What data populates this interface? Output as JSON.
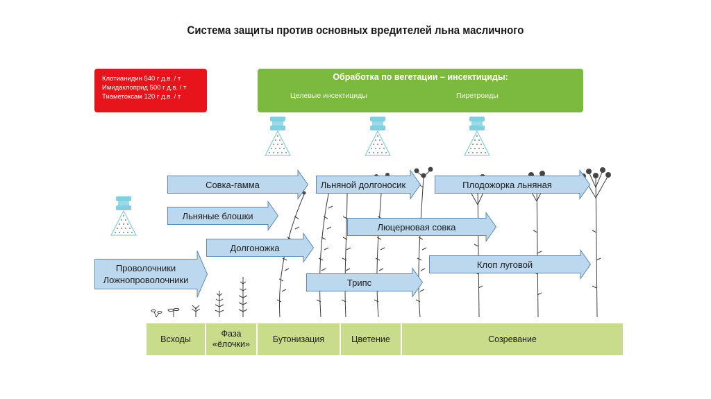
{
  "title": "Система защиты против основных вредителей льна масличного",
  "seed_treatment": {
    "lines": [
      "Клотианидин 540 г  д.в. / т",
      "Имидаклоприд 500 г  д.в. / т",
      "Тиаметоксам  120 г  д.в. / т"
    ]
  },
  "vegetation_treatment": {
    "title": "Обработка по вегетации – инсектициды:",
    "targeted": "Целевые инсектициды",
    "pyrethroids": "Пиретроиды"
  },
  "pests": {
    "wireworms": [
      "Проволочники",
      "Ложнопроволочники"
    ],
    "silver_y": "Совка-гамма",
    "flea_beetles": "Льняные блошки",
    "crane_fly": "Долгоножка",
    "flax_weevil": "Льняной долгоносик",
    "alfalfa_moth": "Люцерновая совка",
    "thrips": "Трипс",
    "seed_moth": "Плодожорка льняная",
    "meadow_bug": "Клоп луговой"
  },
  "stages": [
    "Всходы",
    "Фаза «ёлочки»",
    "Бутонизация",
    "Цветение",
    "Созревание"
  ],
  "colors": {
    "seed_box": "#e8141c",
    "veg_box": "#7cb93f",
    "arrow_fill": "#bcd8ef",
    "arrow_stroke": "#5b89b3",
    "stage_fill": "#c9dc8c",
    "sprayer": "#7fd0e0"
  }
}
